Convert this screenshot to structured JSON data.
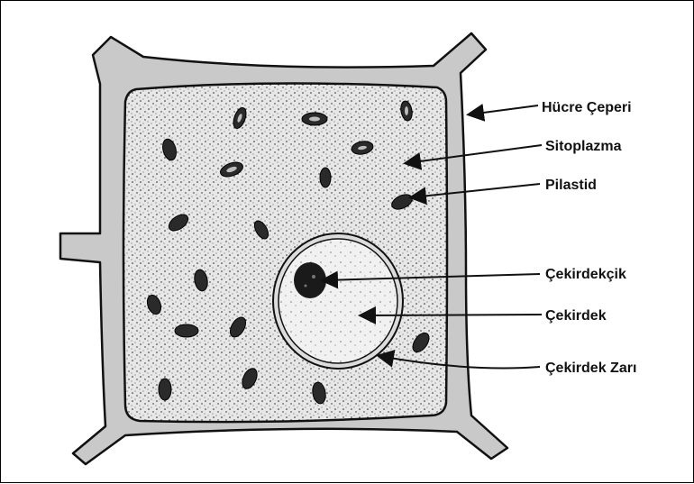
{
  "diagram": {
    "labels": {
      "cell_wall": "Hücre Çeperi",
      "cytoplasm": "Sitoplazma",
      "plastid": "Pilastid",
      "nucleolus": "Çekirdekçik",
      "nucleus": "Çekirdek",
      "nuclear_membrane": "Çekirdek Zarı"
    },
    "colors": {
      "wall": "#c8c8c8",
      "cytoplasm": "#e6e6e6",
      "nucleus": "#efefef",
      "outline": "#111111"
    }
  }
}
